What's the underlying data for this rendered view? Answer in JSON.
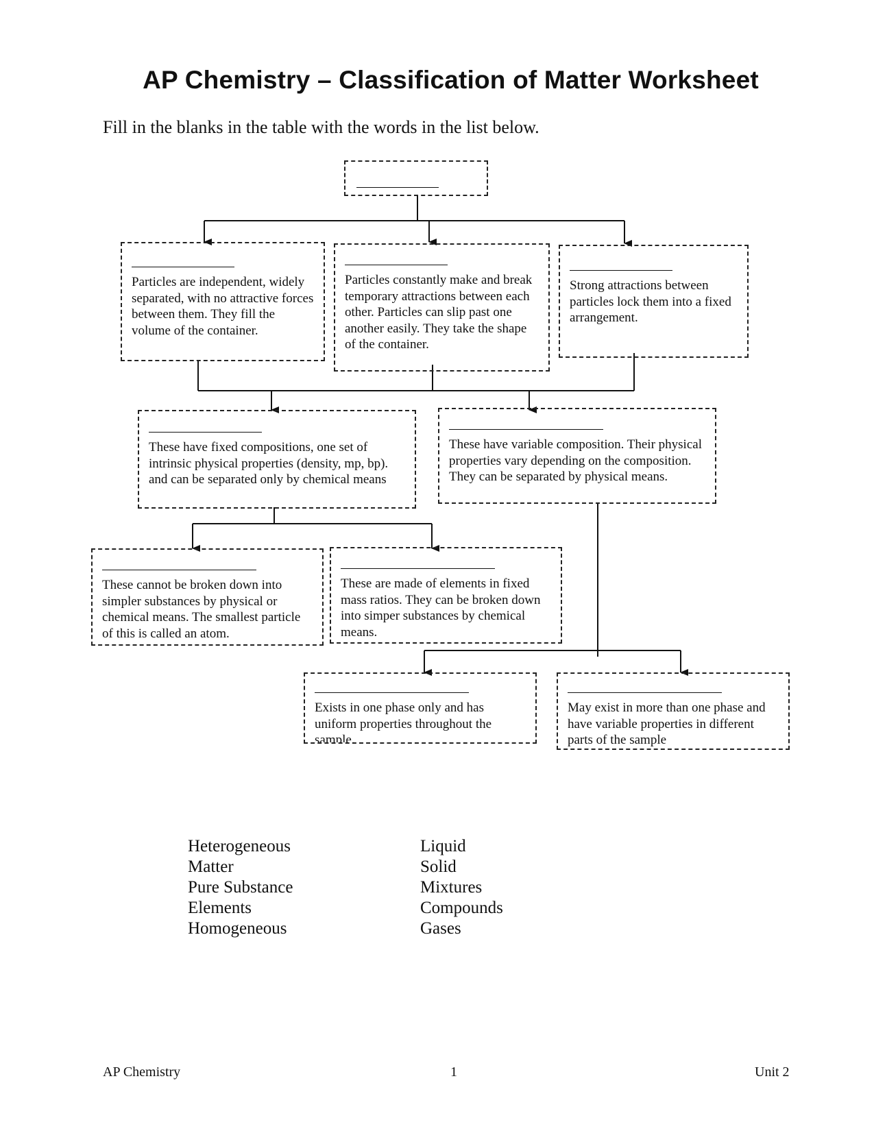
{
  "header": {
    "title": "AP Chemistry – Classification of Matter Worksheet",
    "instructions": "Fill in the blanks in the table with the words in the list below."
  },
  "boxes": {
    "matter": "",
    "gas": "Particles are independent, widely separated, with no attractive forces between them. They fill the volume of the container.",
    "liquid": "Particles constantly make and break temporary attractions between each other. Particles can slip past one another easily. They take the shape of the container.",
    "solid": "Strong attractions between particles lock them into a fixed arrangement.",
    "pure_substance": "These have fixed compositions, one set of intrinsic physical properties (density, mp, bp). and can be separated only by chemical means",
    "mixture": "These have variable composition. Their physical properties vary depending on the composition. They can be separated by physical means.",
    "element": "These cannot be broken down into simpler substances by physical or chemical means. The smallest particle of this is called an atom.",
    "compound": "These are made of elements in fixed mass ratios. They can be broken down into simper substances by chemical means.",
    "homogeneous": "Exists in one phase only and has uniform properties throughout the sample.",
    "heterogeneous": "May exist in more than one phase and have variable properties in different parts of the sample"
  },
  "word_list": {
    "column1": [
      "Heterogeneous",
      "Matter",
      "Pure Substance",
      "Elements",
      "Homogeneous"
    ],
    "column2": [
      "Liquid",
      "Solid",
      "Mixtures",
      "Compounds",
      "Gases"
    ]
  },
  "footer": {
    "left": "AP Chemistry",
    "center": "1",
    "right": "Unit 2"
  }
}
